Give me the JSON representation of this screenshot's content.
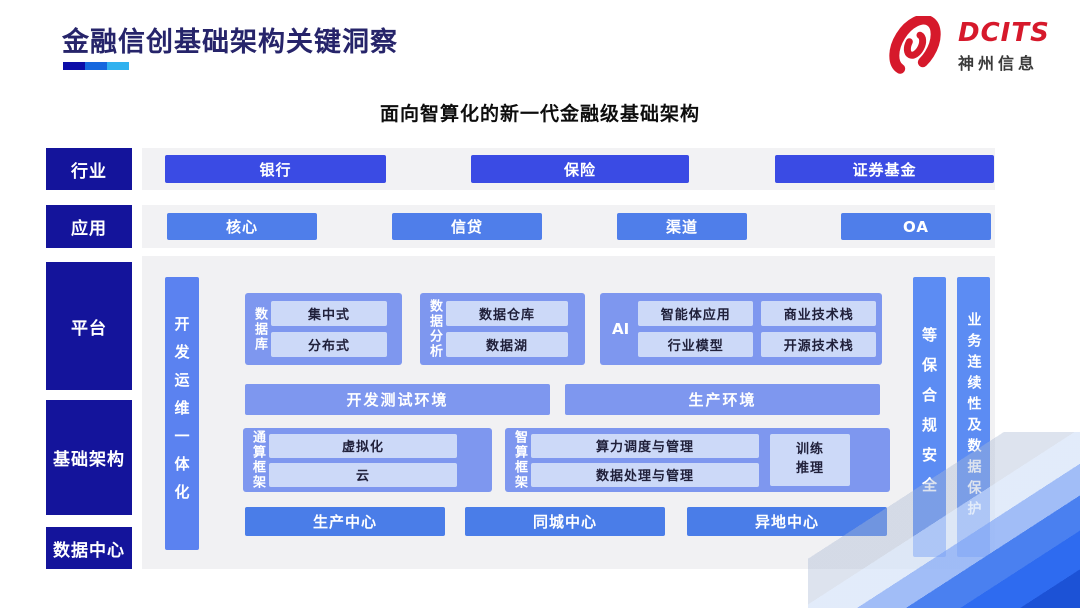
{
  "header": {
    "title": "金融信创基础架构关键洞察"
  },
  "logo": {
    "brand": "DCITS",
    "company": "神州信息"
  },
  "subtitle": "面向智算化的新一代金融级基础架构",
  "layers": {
    "industry": "行业",
    "application": "应用",
    "platform": "平台",
    "infrastructure": "基础架构",
    "datacenter": "数据中心"
  },
  "industry_items": [
    "银行",
    "保险",
    "证券基金"
  ],
  "application_items": [
    "核心",
    "信贷",
    "渠道",
    "OA"
  ],
  "platform_area": {
    "devops_bar": "开发运维一体化",
    "database": {
      "label": "数据库",
      "items": [
        "集中式",
        "分布式"
      ]
    },
    "analytics": {
      "label": "数据分析",
      "items": [
        "数据仓库",
        "数据湖"
      ]
    },
    "ai": {
      "label": "AI",
      "items": [
        "智能体应用",
        "商业技术栈",
        "行业模型",
        "开源技术栈"
      ]
    },
    "environments": [
      "开发测试环境",
      "生产环境"
    ],
    "general_compute": {
      "label": "通算框架",
      "items": [
        "虚拟化",
        "云"
      ]
    },
    "intelligent_compute": {
      "label": "智算框架",
      "items": [
        "算力调度与管理",
        "数据处理与管理"
      ],
      "side": "训练推理"
    },
    "centers": [
      "生产中心",
      "同城中心",
      "异地中心"
    ],
    "security_bar": "等保合规安全",
    "continuity_bar": "业务连续性及数据保护"
  },
  "colors": {
    "navy_label": "#14149B",
    "title": "#26246A",
    "logo_red": "#D6192B",
    "industry_button": "#3A4BE4",
    "application_button": "#4F7EEA",
    "group_blue": "#7E97EF",
    "inner_box": "#CCD9F8",
    "side_bar_blue": "#5C8CF3",
    "center_button": "#4A7DE8",
    "underline_segments": [
      "#0C0DA8",
      "#1567DE",
      "#30B1EF"
    ],
    "panel_gray": "#F1F1F3"
  }
}
